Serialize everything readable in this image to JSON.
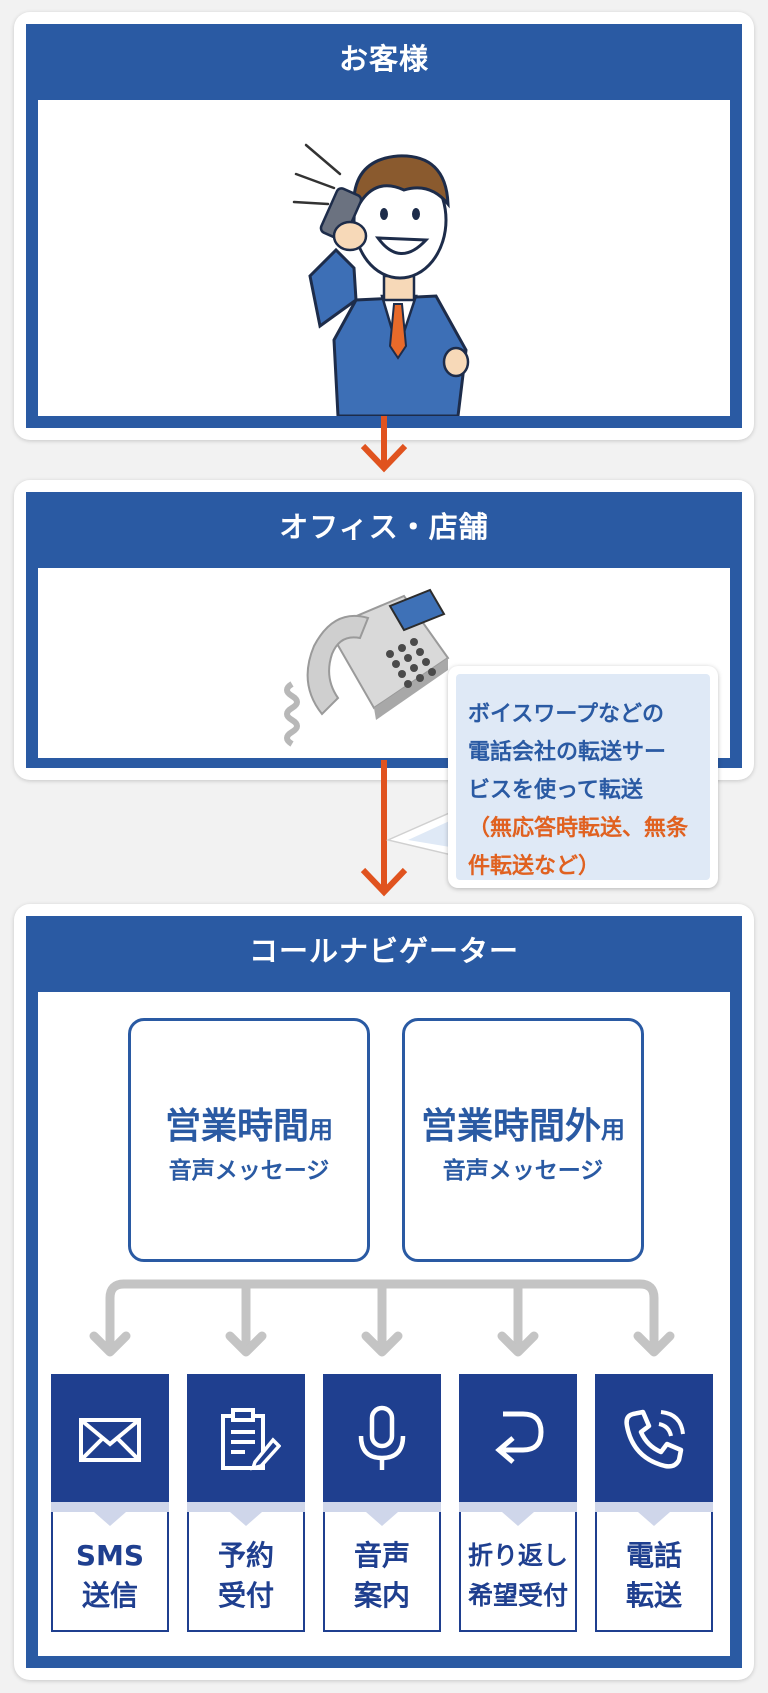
{
  "customer": {
    "title": "お客様"
  },
  "office": {
    "title": "オフィス・店舗"
  },
  "callout": {
    "line1": "ボイスワープなどの",
    "line2": "電話会社の転送サー",
    "line3": "ビスを使って転送",
    "note1": "（無応答時転送、無条",
    "note2": "件転送など）"
  },
  "navigator": {
    "title": "コールナビゲーター",
    "messages": [
      {
        "main": "営業時間",
        "suffix": "用",
        "sub": "音声メッセージ"
      },
      {
        "main": "営業時間外",
        "suffix": "用",
        "sub": "音声メッセージ"
      }
    ],
    "features": [
      {
        "icon": "envelope-icon",
        "label": "SMS\n送信"
      },
      {
        "icon": "clipboard-icon",
        "label": "予約\n受付"
      },
      {
        "icon": "microphone-icon",
        "label": "音声\n案内"
      },
      {
        "icon": "callback-arrow-icon",
        "label": "折り返し\n希望受付"
      },
      {
        "icon": "phone-ringing-icon",
        "label": "電話\n転送"
      }
    ]
  },
  "colors": {
    "blue": "#2a5aa3",
    "navy": "#1f3f8f",
    "orange_arrow": "#e0531f",
    "note_orange": "#e06120",
    "bubble_bg": "#dfe9f6"
  }
}
